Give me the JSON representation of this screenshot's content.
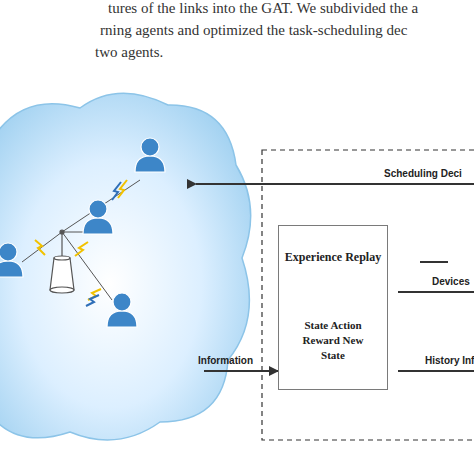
{
  "diagram": {
    "nodes": [
      {
        "text": [
          "Experience Replay",
          "State Action Reward New State"
        ]
      }
    ],
    "labels": [
      "tures of the links into the GAT. We subdivided the a",
      "rning agents and optimized the task-scheduling dec",
      "two agents.",
      "Scheduling Deci",
      "Devices",
      "History Inf",
      "Information",
      "..."
    ]
  }
}
